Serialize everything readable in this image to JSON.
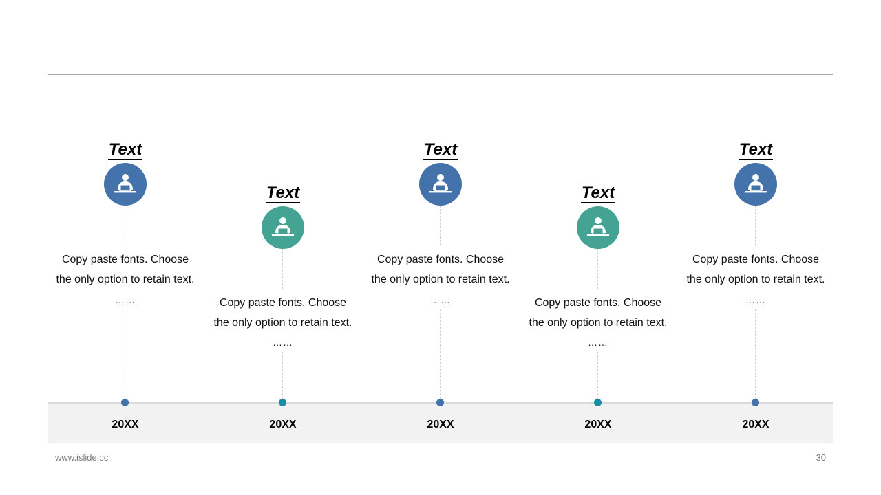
{
  "colors": {
    "blue": "#4472ab",
    "teal": "#45a393",
    "dot_blue": "#4472ab",
    "dot_teal": "#178ea5"
  },
  "milestones": [
    {
      "title": "Text",
      "line1": "Copy paste fonts. Choose",
      "line2": "the only option to retain text.",
      "ellipsis": "……",
      "year": "20XX",
      "icon": "person-at-laptop-icon",
      "color": "blue"
    },
    {
      "title": "Text",
      "line1": "Copy paste fonts. Choose",
      "line2": "the only option to retain text.",
      "ellipsis": "……",
      "year": "20XX",
      "icon": "person-at-laptop-icon",
      "color": "teal"
    },
    {
      "title": "Text",
      "line1": "Copy paste fonts. Choose",
      "line2": "the only option to retain text.",
      "ellipsis": "……",
      "year": "20XX",
      "icon": "person-at-laptop-icon",
      "color": "blue"
    },
    {
      "title": "Text",
      "line1": "Copy paste fonts. Choose",
      "line2": "the only option to retain text.",
      "ellipsis": "……",
      "year": "20XX",
      "icon": "person-at-laptop-icon",
      "color": "teal"
    },
    {
      "title": "Text",
      "line1": "Copy paste fonts. Choose",
      "line2": "the only option to retain text.",
      "ellipsis": "……",
      "year": "20XX",
      "icon": "person-at-laptop-icon",
      "color": "blue"
    }
  ],
  "footer": {
    "url": "www.islide.cc",
    "page": "30"
  }
}
